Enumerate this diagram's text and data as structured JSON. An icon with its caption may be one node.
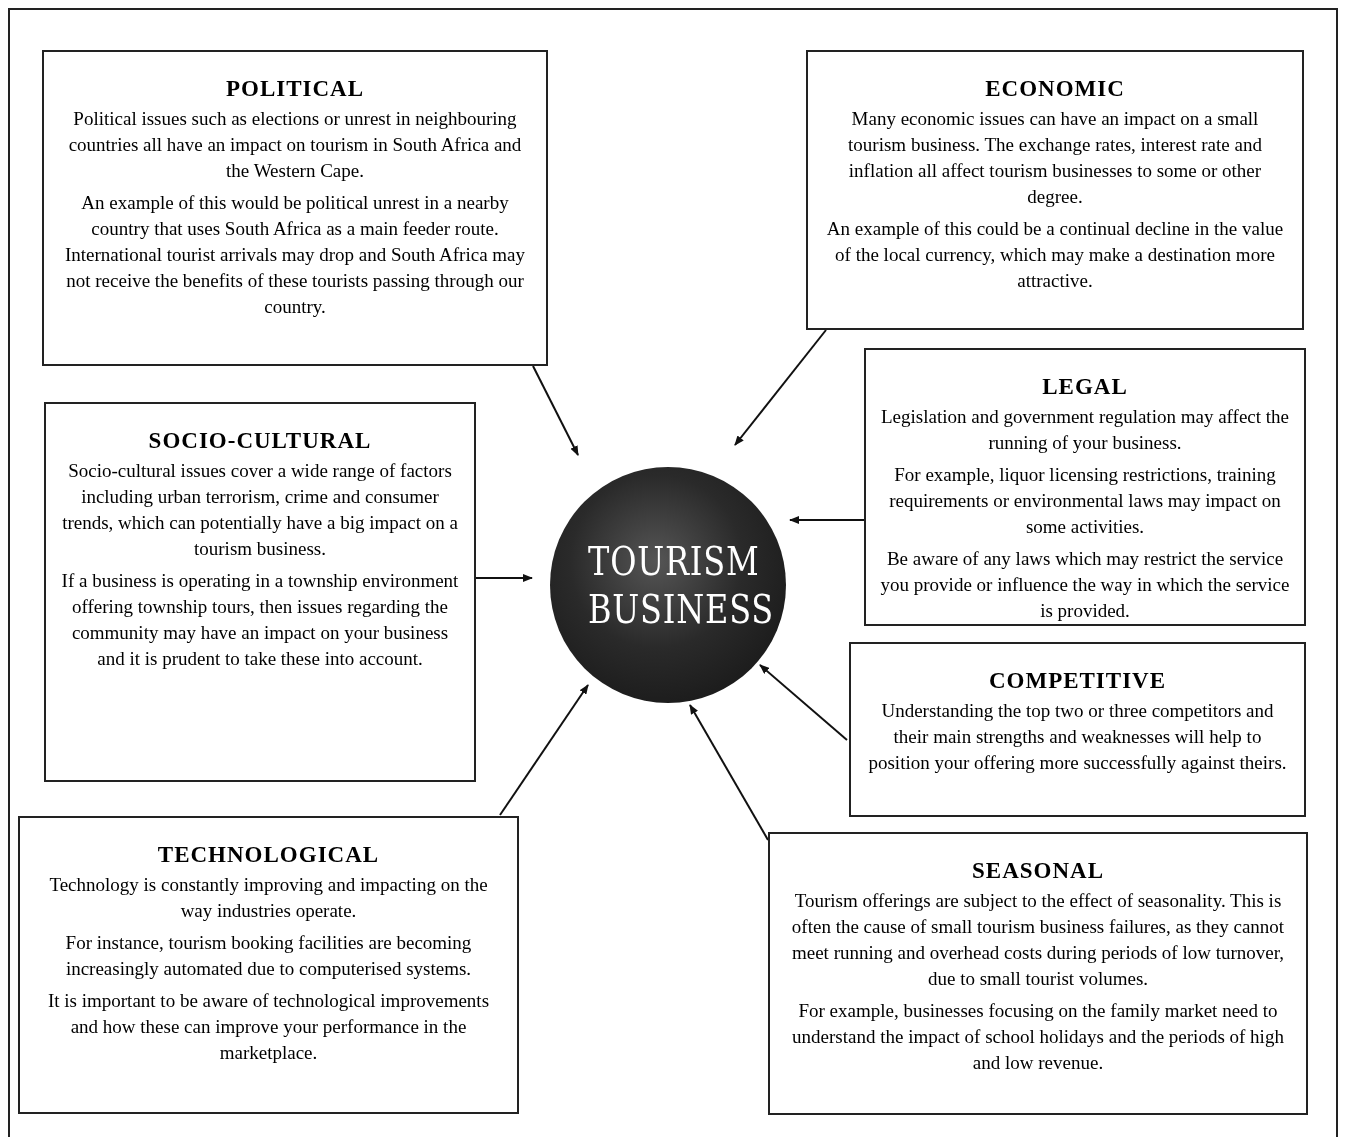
{
  "diagram": {
    "nodes": [
      {
        "text": [
          "POLITICAL",
          "Political issues such as elections or unrest in neighbouring countries all have an impact on tourism in South Africa and the Western Cape.",
          "An example of this would be political unrest in a nearby country that uses South Africa as a main feeder route. International tourist arrivals may drop and South Africa may not receive the benefits of these tourists passing through our country."
        ]
      },
      {
        "text": [
          "ECONOMIC",
          "Many economic issues can have an impact on a small tourism business. The exchange rates, interest rate and inflation all affect tourism businesses to some or other degree.",
          "An example of this could be a continual decline in the value of the local currency, which may make a destination more attractive."
        ]
      },
      {
        "text": [
          "LEGAL",
          "Legislation and government regulation may affect the running of your business.",
          "For example, liquor licensing restrictions, training requirements or environmental laws may impact on some activities.",
          "Be aware of any laws which may restrict the service you provide or influence the way in which the service is provided."
        ]
      },
      {
        "text": [
          "SOCIO-CULTURAL",
          "Socio-cultural issues cover a wide range of factors including urban terrorism, crime and consumer trends, which can potentially have a big impact on a tourism business.",
          "If a business is operating in a township environment offering township tours, then issues regarding the community may have an impact on your business and it is prudent to take these into account."
        ]
      },
      {
        "text": [
          "TOURISM BUSINESS"
        ]
      },
      {
        "text": [
          "COMPETITIVE",
          "Understanding the top two or three competitors and their main strengths and weaknesses will help to position your offering more successfully against theirs."
        ]
      },
      {
        "text": [
          "TECHNOLOGICAL",
          "Technology is constantly improving and impacting on the way industries operate.",
          "For instance, tourism booking facilities are becoming increasingly automated due to computerised systems.",
          "It is important to be aware of technological improvements and how these can improve your performance in the marketplace."
        ]
      },
      {
        "text": [
          "SEASONAL",
          "Tourism offerings are subject to the effect of seasonality. This is often the cause of small tourism business failures, as they cannot meet running and overhead costs during periods of low turnover, due to small tourist volumes.",
          "For example, businesses focusing on the family market need to understand the impact of school holidays and the periods of high and low revenue."
        ]
      }
    ],
    "edges": [
      {
        "from": 0,
        "to": 4,
        "arrow": "to"
      },
      {
        "from": 1,
        "to": 4,
        "arrow": "to"
      },
      {
        "from": 2,
        "to": 4,
        "arrow": "to"
      },
      {
        "from": 3,
        "to": 4,
        "arrow": "to"
      },
      {
        "from": 5,
        "to": 4,
        "arrow": "to"
      },
      {
        "from": 6,
        "to": 4,
        "arrow": "to"
      },
      {
        "from": 7,
        "to": 4,
        "arrow": "to"
      }
    ]
  }
}
